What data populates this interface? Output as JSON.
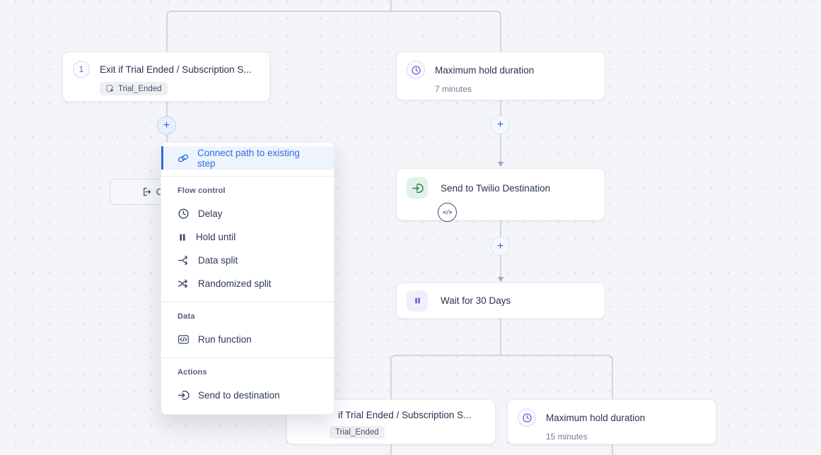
{
  "colors": {
    "accent_blue": "#2f6ce3",
    "purple": "#6b5bcd",
    "green": "#35804a",
    "wire": "#c6c9da",
    "canvas_bg": "#f4f5f8"
  },
  "ui": {
    "plus": "+"
  },
  "nodes": {
    "exit_top": {
      "number": "1",
      "title": "Exit if Trial Ended / Subscription S...",
      "tag": "Trial_Ended"
    },
    "hold_top": {
      "title": "Maximum hold duration",
      "subtitle": "7 minutes"
    },
    "send_twilio": {
      "title": "Send to Twilio Destination",
      "badge": "</>"
    },
    "wait": {
      "title": "Wait for 30 Days"
    },
    "exit_bottom": {
      "title": "if Trial Ended / Subscription S...",
      "tag": "Trial_Ended"
    },
    "hold_bottom": {
      "title": "Maximum hold duration",
      "subtitle": "15 minutes"
    }
  },
  "partial_button": {
    "label": "C"
  },
  "menu": {
    "primary": {
      "label": "Connect path to existing step"
    },
    "sections": [
      {
        "title": "Flow control",
        "items": [
          {
            "label": "Delay",
            "icon": "clock-icon"
          },
          {
            "label": "Hold until",
            "icon": "pause-icon"
          },
          {
            "label": "Data split",
            "icon": "split-icon"
          },
          {
            "label": "Randomized split",
            "icon": "shuffle-icon"
          }
        ]
      },
      {
        "title": "Data",
        "items": [
          {
            "label": "Run function",
            "icon": "function-icon"
          }
        ]
      },
      {
        "title": "Actions",
        "items": [
          {
            "label": "Send to destination",
            "icon": "send-icon"
          }
        ]
      }
    ]
  }
}
